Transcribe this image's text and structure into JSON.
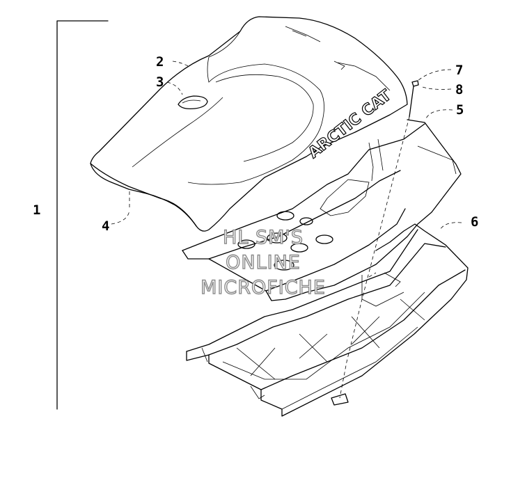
{
  "callouts": {
    "c1": "1",
    "c2": "2",
    "c3": "3",
    "c4": "4",
    "c5": "5",
    "c6": "6",
    "c7": "7",
    "c8": "8"
  },
  "logo_text": "ARCTIC CAT",
  "watermark": {
    "line1": "HL SM'S",
    "line2": "ONLINE",
    "line3": "MICROFICHE"
  }
}
